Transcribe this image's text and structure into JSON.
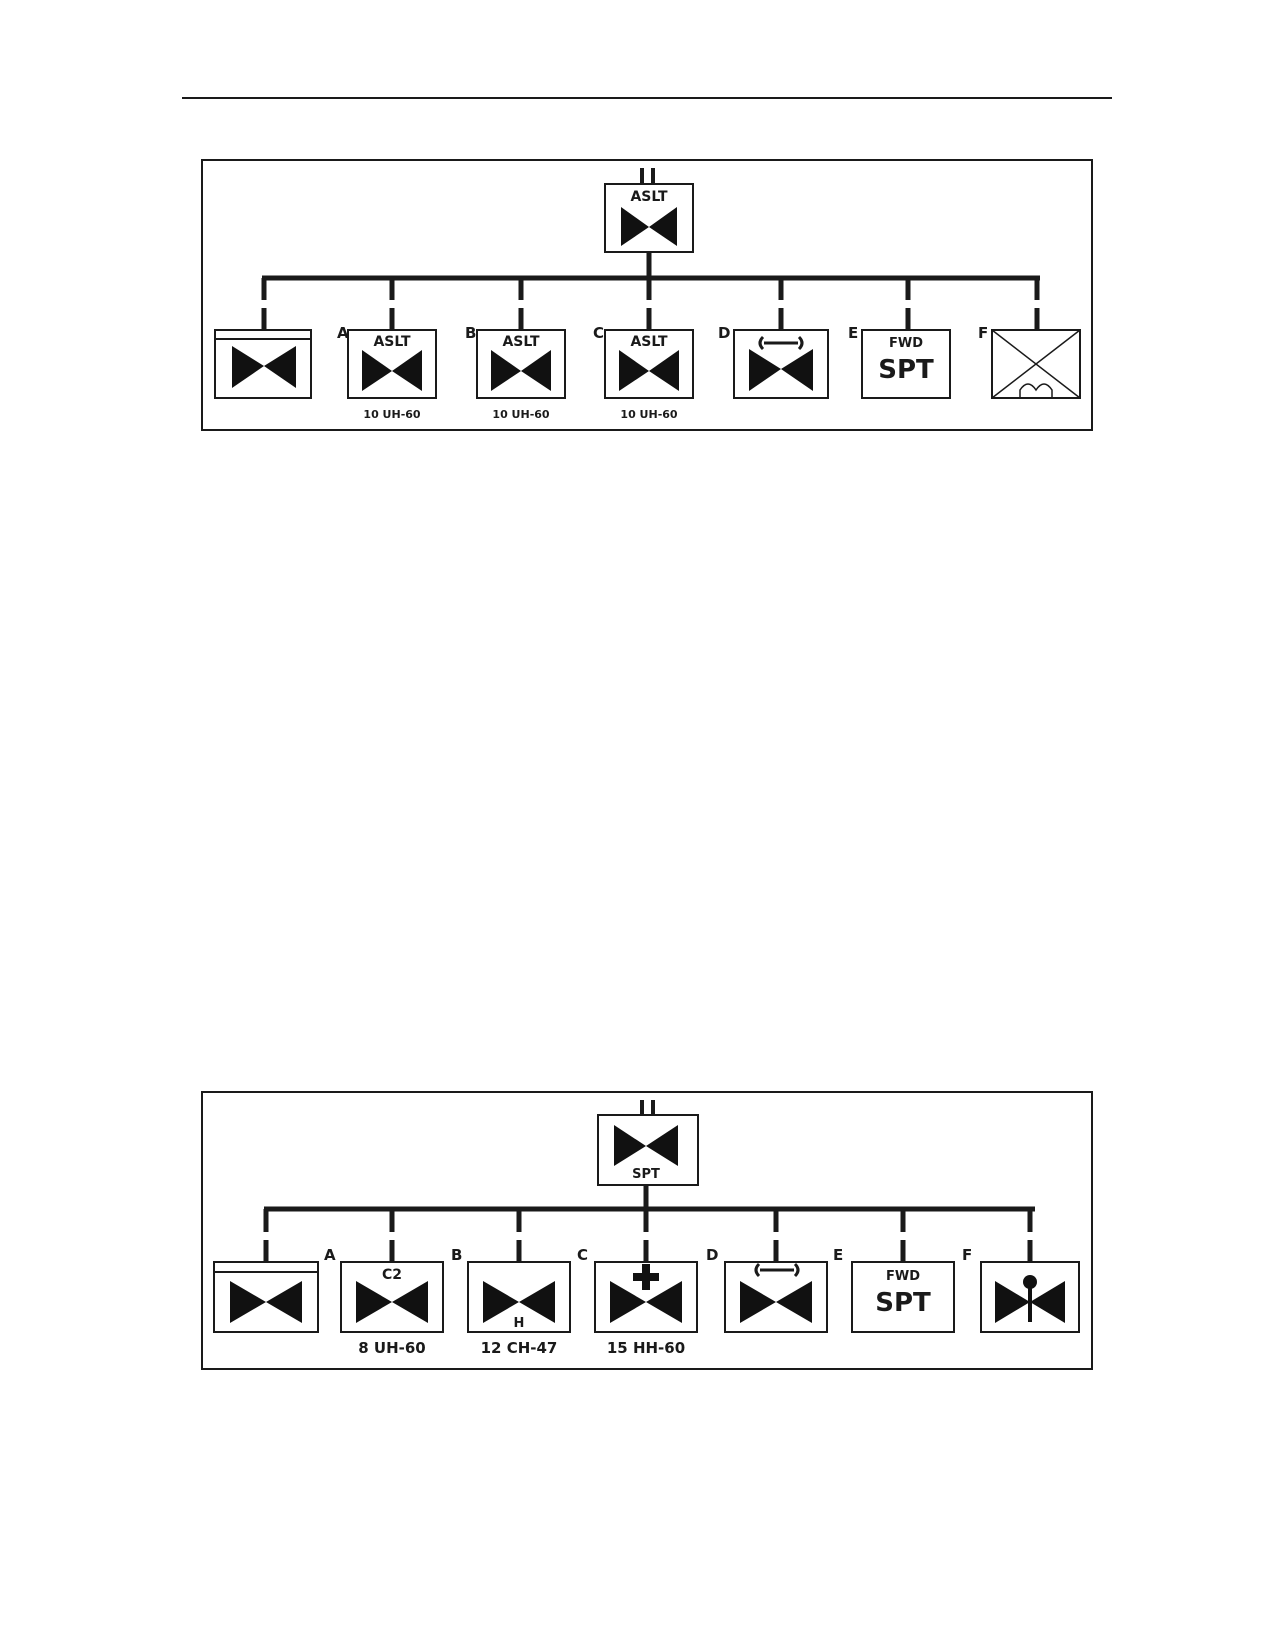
{
  "diagrams": [
    {
      "hq": {
        "top_label": "ASLT",
        "bottom_label": ""
      },
      "units": [
        {
          "letter": "",
          "kind": "hhc"
        },
        {
          "letter": "A",
          "kind": "aviation",
          "top_label": "ASLT",
          "bottom_label": "",
          "caption": "10 UH-60"
        },
        {
          "letter": "B",
          "kind": "aviation",
          "top_label": "ASLT",
          "bottom_label": "",
          "caption": "10 UH-60"
        },
        {
          "letter": "C",
          "kind": "aviation",
          "top_label": "ASLT",
          "bottom_label": "",
          "caption": "10 UH-60"
        },
        {
          "letter": "D",
          "kind": "maintenance"
        },
        {
          "letter": "E",
          "kind": "support",
          "top_label": "FWD",
          "main_label": "SPT"
        },
        {
          "letter": "F",
          "kind": "signal"
        }
      ]
    },
    {
      "hq": {
        "top_label": "",
        "bottom_label": "SPT"
      },
      "units": [
        {
          "letter": "",
          "kind": "hhc"
        },
        {
          "letter": "A",
          "kind": "aviation",
          "top_label": "C2",
          "bottom_label": "",
          "caption": "8 UH-60"
        },
        {
          "letter": "B",
          "kind": "aviation",
          "top_label": "",
          "bottom_label": "H",
          "caption": "12 CH-47"
        },
        {
          "letter": "C",
          "kind": "medevac",
          "top_label": "",
          "bottom_label": "",
          "caption": "15 HH-60"
        },
        {
          "letter": "D",
          "kind": "maintenance"
        },
        {
          "letter": "E",
          "kind": "support",
          "top_label": "FWD",
          "main_label": "SPT"
        },
        {
          "letter": "F",
          "kind": "atc"
        }
      ]
    }
  ]
}
